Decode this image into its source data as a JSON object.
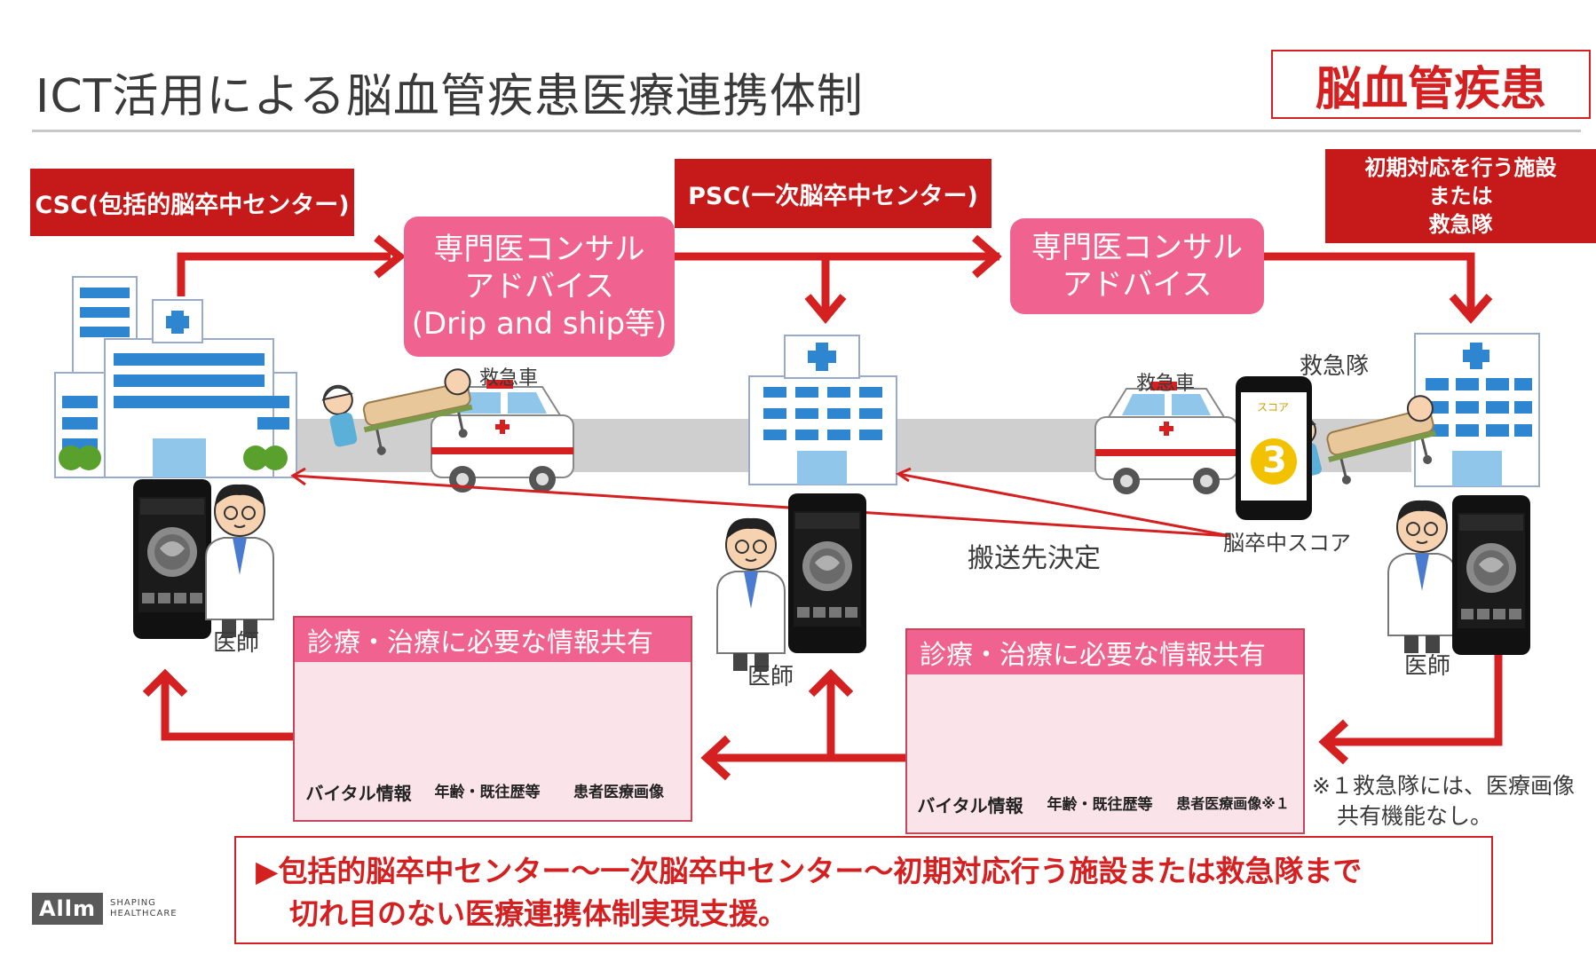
{
  "slide": {
    "title": "ICT活用による脳血管疾患医療連携体制",
    "category": "脳血管疾患"
  },
  "labels": {
    "csc": "CSC(包括的脳卒中センター)",
    "psc": "PSC(一次脳卒中センター)",
    "initial_facility": [
      "初期対応を行う施設",
      "または",
      "救急隊"
    ]
  },
  "consult_boxes": {
    "left": [
      "専門医コンサル",
      "アドバイス",
      "(Drip and ship等)"
    ],
    "right": [
      "専門医コンサル",
      "アドバイス"
    ]
  },
  "scene": {
    "ambulance_left": "救急車",
    "ambulance_right": "救急車",
    "ambulance_team": "救急隊",
    "stroke_score": "脳卒中スコア",
    "score_screen_label": "スコア",
    "score_value": "3",
    "destination_decision": "搬送先決定",
    "doctor_left": "医師",
    "doctor_center": "医師",
    "doctor_right": "医師"
  },
  "share_panels": {
    "left": {
      "title": "診療・治療に必要な情報共有",
      "cells": [
        "バイタル情報",
        "年齢・既往歴等",
        "患者医療画像"
      ]
    },
    "right": {
      "title": "診療・治療に必要な情報共有",
      "cells": [
        "バイタル情報",
        "年齢・既往歴等",
        "患者医療画像※１"
      ]
    }
  },
  "footnote": [
    "※１救急隊には、医療画像",
    "共有機能なし。"
  ],
  "summary": [
    "▶包括的脳卒中センター～一次脳卒中センター～初期対応行う施設または救急隊まで",
    "切れ目のない医療連携体制実現支援。"
  ],
  "logo": {
    "name": "Allm",
    "tagline": [
      "SHAPING",
      "HEALTHCARE"
    ]
  },
  "colors": {
    "brand_red": "#c61a1a",
    "arrow_red": "#d42020",
    "consult_pink": "#f0628f",
    "road_gray": "#cfcfcf"
  }
}
